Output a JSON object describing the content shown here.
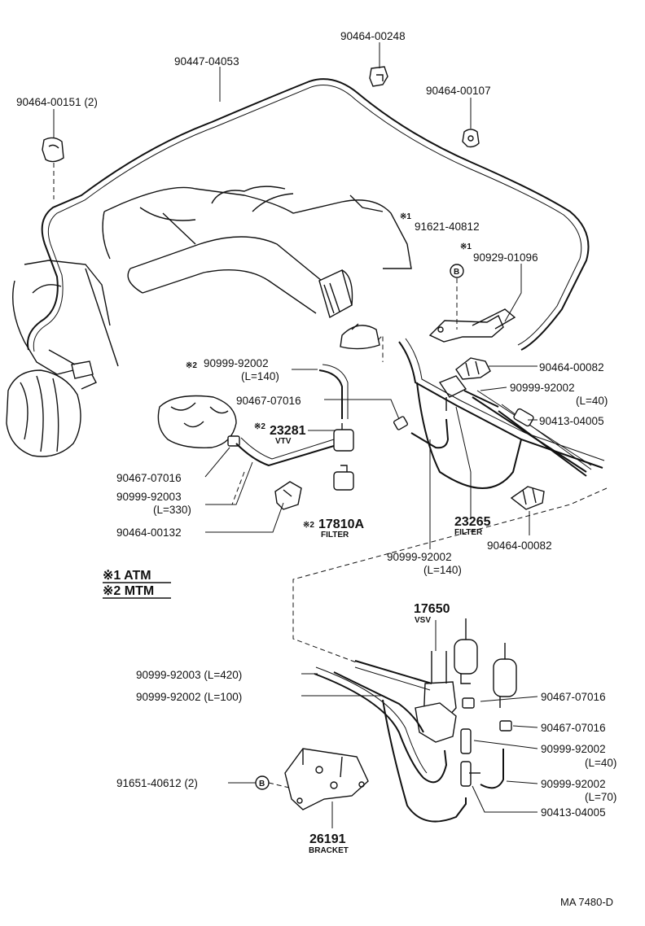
{
  "labels": {
    "p_90464_00248": "90464-00248",
    "p_90447_04053": "90447-04053",
    "p_90464_00107": "90464-00107",
    "p_90464_00151": "90464-00151 (2)",
    "atm_mark_1": "※1",
    "p_91621_40812": "91621-40812",
    "atm_mark_2": "※1",
    "p_90929_01096": "90929-01096",
    "circle_b_top": "B",
    "mtm_mark_hose": "※2",
    "p_90999_92002_l140_a": "90999-92002",
    "len_l140_a": "(L=140)",
    "p_90464_00082_a": "90464-00082",
    "p_90999_92002_l40_a": "90999-92002",
    "len_l40_a": "(L=40)",
    "p_90467_07016_a": "90467-07016",
    "p_90413_04005_a": "90413-04005",
    "mtm_mark_vtv": "※2",
    "p_23281": "23281",
    "vtv_caption": "VTV",
    "p_90467_07016_b": "90467-07016",
    "p_90999_92003_l330": "90999-92003",
    "len_l330": "(L=330)",
    "p_90464_00132": "90464-00132",
    "mtm_mark_filter": "※2",
    "p_17810a": "17810A",
    "filter_caption_a": "FILTER",
    "p_23265": "23265",
    "filter_caption_b": "FILTER",
    "p_90464_00082_b": "90464-00082",
    "p_90999_92002_l140_b": "90999-92002",
    "len_l140_b": "(L=140)",
    "legend_atm": "※1 ATM",
    "legend_mtm": "※2 MTM",
    "p_17650": "17650",
    "vsv_caption": "VSV",
    "p_90999_92003_l420": "90999-92003 (L=420)",
    "p_90999_92002_l100": "90999-92002 (L=100)",
    "p_90467_07016_c": "90467-07016",
    "p_90467_07016_d": "90467-07016",
    "p_90999_92002_l40_b": "90999-92002",
    "len_l40_b": "(L=40)",
    "p_91651_40612": "91651-40612 (2)",
    "circle_b_bottom": "B",
    "p_90999_92002_l70": "90999-92002",
    "len_l70": "(L=70)",
    "p_90413_04005_b": "90413-04005",
    "p_26191": "26191",
    "bracket_caption": "BRACKET",
    "diagram_code": "MA 7480-D"
  }
}
